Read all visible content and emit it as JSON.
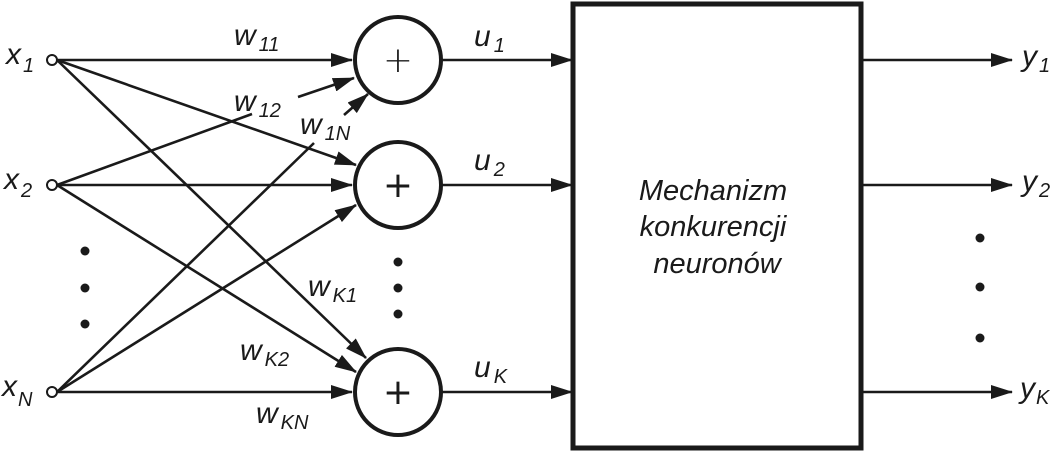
{
  "diagram": {
    "title": "Competitive neural network structure",
    "inputs": [
      {
        "id": "x1",
        "base": "x",
        "sub": "1"
      },
      {
        "id": "x2",
        "base": "x",
        "sub": "2"
      },
      {
        "id": "xN",
        "base": "x",
        "sub": "N"
      }
    ],
    "summers": [
      {
        "id": "s1",
        "symbol": "+"
      },
      {
        "id": "s2",
        "symbol": "+"
      },
      {
        "id": "sK",
        "symbol": "+"
      }
    ],
    "weights": [
      {
        "id": "w11",
        "base": "w",
        "sub": "11"
      },
      {
        "id": "w12",
        "base": "w",
        "sub": "12"
      },
      {
        "id": "w1N",
        "base": "w",
        "sub": "1N"
      },
      {
        "id": "wK1",
        "base": "w",
        "sub": "K1"
      },
      {
        "id": "wK2",
        "base": "w",
        "sub": "K2"
      },
      {
        "id": "wKN",
        "base": "w",
        "sub": "KN"
      }
    ],
    "sums": [
      {
        "id": "u1",
        "base": "u",
        "sub": "1"
      },
      {
        "id": "u2",
        "base": "u",
        "sub": "2"
      },
      {
        "id": "uK",
        "base": "u",
        "sub": "K"
      }
    ],
    "outputs": [
      {
        "id": "y1",
        "base": "y",
        "sub": "1"
      },
      {
        "id": "y2",
        "base": "y",
        "sub": "2"
      },
      {
        "id": "yK",
        "base": "y",
        "sub": "K"
      }
    ],
    "block": {
      "lines": [
        "Mechanizm",
        "konkurencji",
        "neuronów"
      ]
    },
    "colors": {
      "stroke": "#1a1a1a",
      "background": "#ffffff"
    }
  }
}
